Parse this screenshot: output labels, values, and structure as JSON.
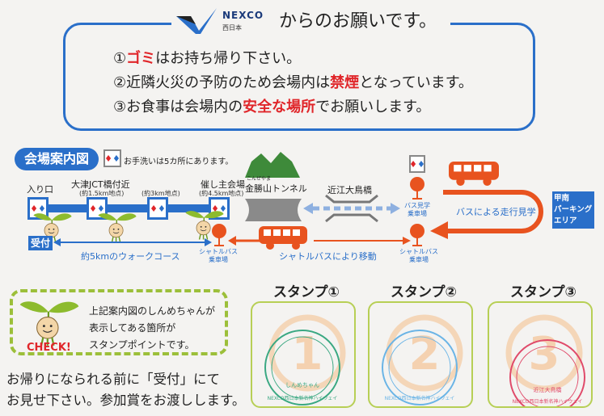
{
  "header": {
    "logo_text": "NEXCO",
    "logo_sub": "西日本",
    "title": "からのお願いです。"
  },
  "rules": [
    {
      "num": "①",
      "pre": "",
      "em": "ゴミ",
      "post": "はお持ち帰り下さい。"
    },
    {
      "num": "②",
      "pre": "近隣火災の予防のため会場内は",
      "em": "禁煙",
      "post": "となっています。"
    },
    {
      "num": "③",
      "pre": "お食事は会場内の",
      "em": "安全な場所",
      "post": "でお願いします。"
    }
  ],
  "map": {
    "title": "会場案内図",
    "toilet_note": "お手洗いは5カ所にあります。",
    "toilet_icon": "restroom-icon",
    "stops": [
      {
        "label": "入り口",
        "sub": ""
      },
      {
        "label": "大津JCT橋付近",
        "sub": "(約1.5km地点)"
      },
      {
        "label": "",
        "sub": "(約3km地点)"
      },
      {
        "label": "催し主会場",
        "sub": "(約4.5km地点)"
      }
    ],
    "reception": "受付",
    "walk_course": "約5kmのウォークコース",
    "tunnel_ruby": "こんぜやま",
    "tunnel": "金勝山トンネル",
    "bridge": "近江大鳥橋",
    "shuttle_stop_left": "シャトルバス\n乗車場",
    "shuttle_move": "シャトルバスにより移動",
    "bus_tour_stop": "バス見学\n乗車場",
    "shuttle_stop_right": "シャトルバス\n乗車場",
    "bus_tour": "バスによる走行見学",
    "parking_area": "甲南\nパーキング\nエリア"
  },
  "check": {
    "badge": "CHECK!",
    "lines": [
      "上記案内図のしんめちゃんが",
      "表示してある箇所が",
      "スタンプポイントです。"
    ]
  },
  "footer": {
    "line1": "お帰りになられる前に「受付」にて",
    "line2": "お見せ下さい。参加賞をお渡しします。"
  },
  "stamps": [
    {
      "title": "スタンプ①",
      "number": "1",
      "stamp_text": "しんめちゃん",
      "ink": "#3aa882"
    },
    {
      "title": "スタンプ②",
      "number": "2",
      "stamp_text": "",
      "ink": "#6ab4e6"
    },
    {
      "title": "スタンプ③",
      "number": "3",
      "stamp_text": "近江大鳥橋",
      "ink": "#e04a6a"
    }
  ],
  "stamp_ring_text": "NEXCO西日本新名神ハイウェイ",
  "colors": {
    "blue": "#2a6fc9",
    "orange": "#e8531f",
    "green": "#9cbf3a",
    "red": "#e0262a"
  }
}
